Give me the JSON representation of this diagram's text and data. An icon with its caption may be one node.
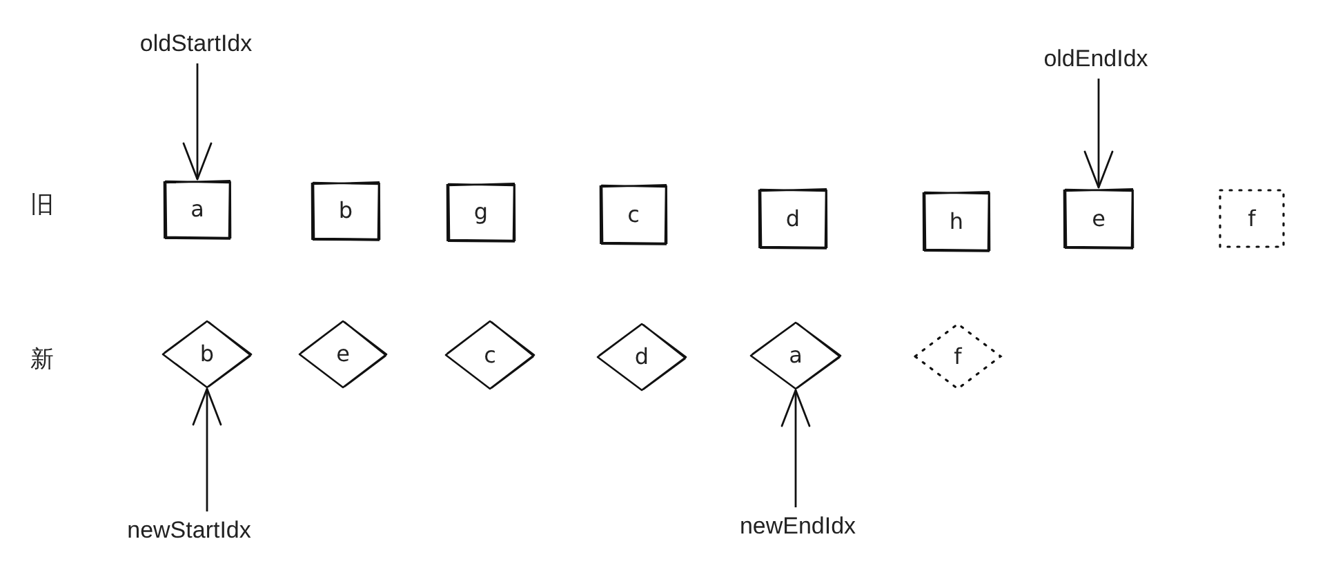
{
  "diagram": {
    "nodes": [
      {
        "text": [
          "oldStartIdx"
        ]
      },
      {
        "text": [
          "oldEndIdx"
        ]
      },
      {
        "text": [
          "a"
        ]
      },
      {
        "text": [
          "b"
        ]
      },
      {
        "text": [
          "g"
        ]
      },
      {
        "text": [
          "c"
        ]
      },
      {
        "text": [
          "d"
        ]
      },
      {
        "text": [
          "h"
        ]
      },
      {
        "text": [
          "e"
        ]
      },
      {
        "text": [
          "f"
        ]
      },
      {
        "text": [
          "b"
        ]
      },
      {
        "text": [
          "e"
        ]
      },
      {
        "text": [
          "c"
        ]
      },
      {
        "text": [
          "d"
        ]
      },
      {
        "text": [
          "a"
        ]
      },
      {
        "text": [
          "f"
        ]
      },
      {
        "text": [
          "newStartIdx"
        ]
      },
      {
        "text": [
          "newEndIdx"
        ]
      }
    ],
    "edges": [
      {
        "from": 0,
        "to": 2,
        "arrow": "to"
      },
      {
        "from": 1,
        "to": 8,
        "arrow": "to"
      },
      {
        "from": 16,
        "to": 10,
        "arrow": "to"
      },
      {
        "from": 17,
        "to": 14,
        "arrow": "to"
      }
    ],
    "labels": [
      "旧",
      "新"
    ]
  }
}
